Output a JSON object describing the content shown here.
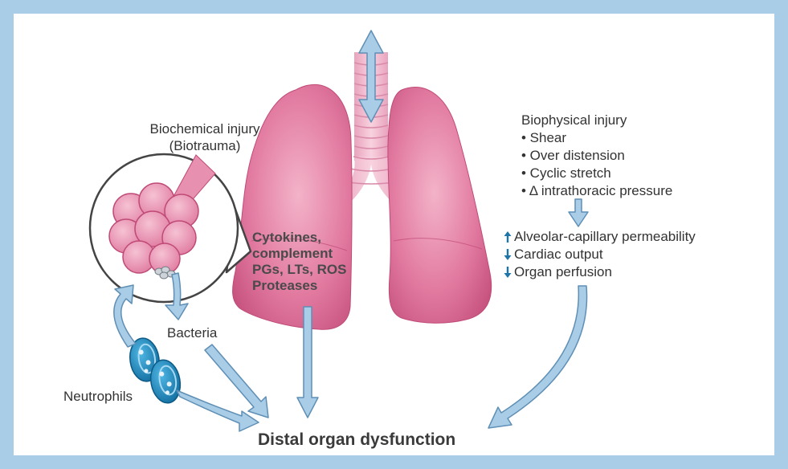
{
  "labels": {
    "biochemical_line1": "Biochemical injury",
    "biochemical_line2": "(Biotrauma)",
    "biophysical_title": "Biophysical injury",
    "biophysical_items": [
      "• Shear",
      "• Over distension",
      "• Cyclic stretch",
      "• Δ intrathoracic pressure"
    ],
    "mediators": [
      "Cytokines,",
      "complement",
      "PGs, LTs, ROS",
      "Proteases"
    ],
    "effects": [
      {
        "direction": "up",
        "text": "Alveolar-capillary permeability"
      },
      {
        "direction": "down",
        "text": "Cardiac output"
      },
      {
        "direction": "down",
        "text": "Organ perfusion"
      }
    ],
    "bacteria": "Bacteria",
    "neutrophils": "Neutrophils",
    "outcome": "Distal organ dysfunction"
  },
  "colors": {
    "border": "#a9cde6",
    "arrow_fill": "#a9cde6",
    "arrow_stroke": "#5f8fb5",
    "lung": "#dc6d94",
    "lung_dark": "#b63f6c",
    "neutrophil": "#1780b5",
    "indicator": "#1f74a8",
    "text": "#333333"
  }
}
